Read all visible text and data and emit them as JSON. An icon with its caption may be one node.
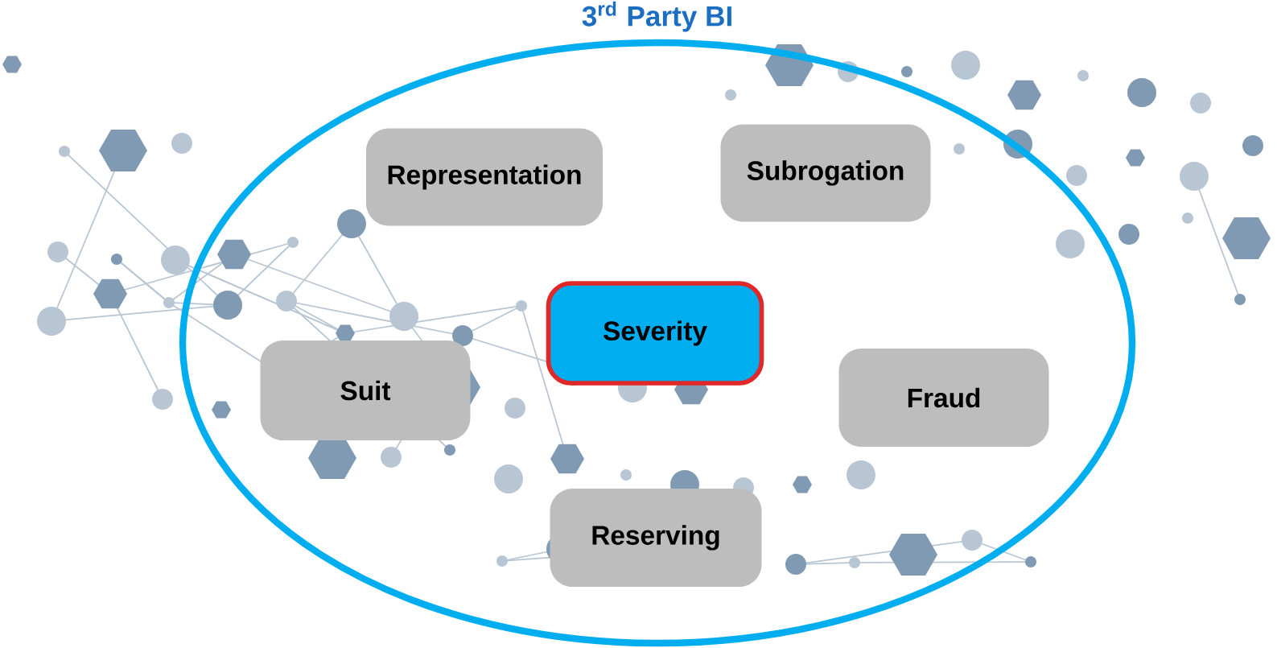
{
  "diagram": {
    "nodes": [
      {
        "text": [
          "3$^{rd}$ Party BI"
        ]
      },
      {
        "text": [
          "Representation"
        ],
        "in": 0
      },
      {
        "text": [
          "Subrogation"
        ],
        "in": 0
      },
      {
        "text": [
          "Severity"
        ],
        "in": 0
      },
      {
        "text": [
          "Suit"
        ],
        "in": 0
      },
      {
        "text": [
          "Fraud"
        ],
        "in": 0
      },
      {
        "text": [
          "Reserving"
        ],
        "in": 0
      }
    ]
  }
}
